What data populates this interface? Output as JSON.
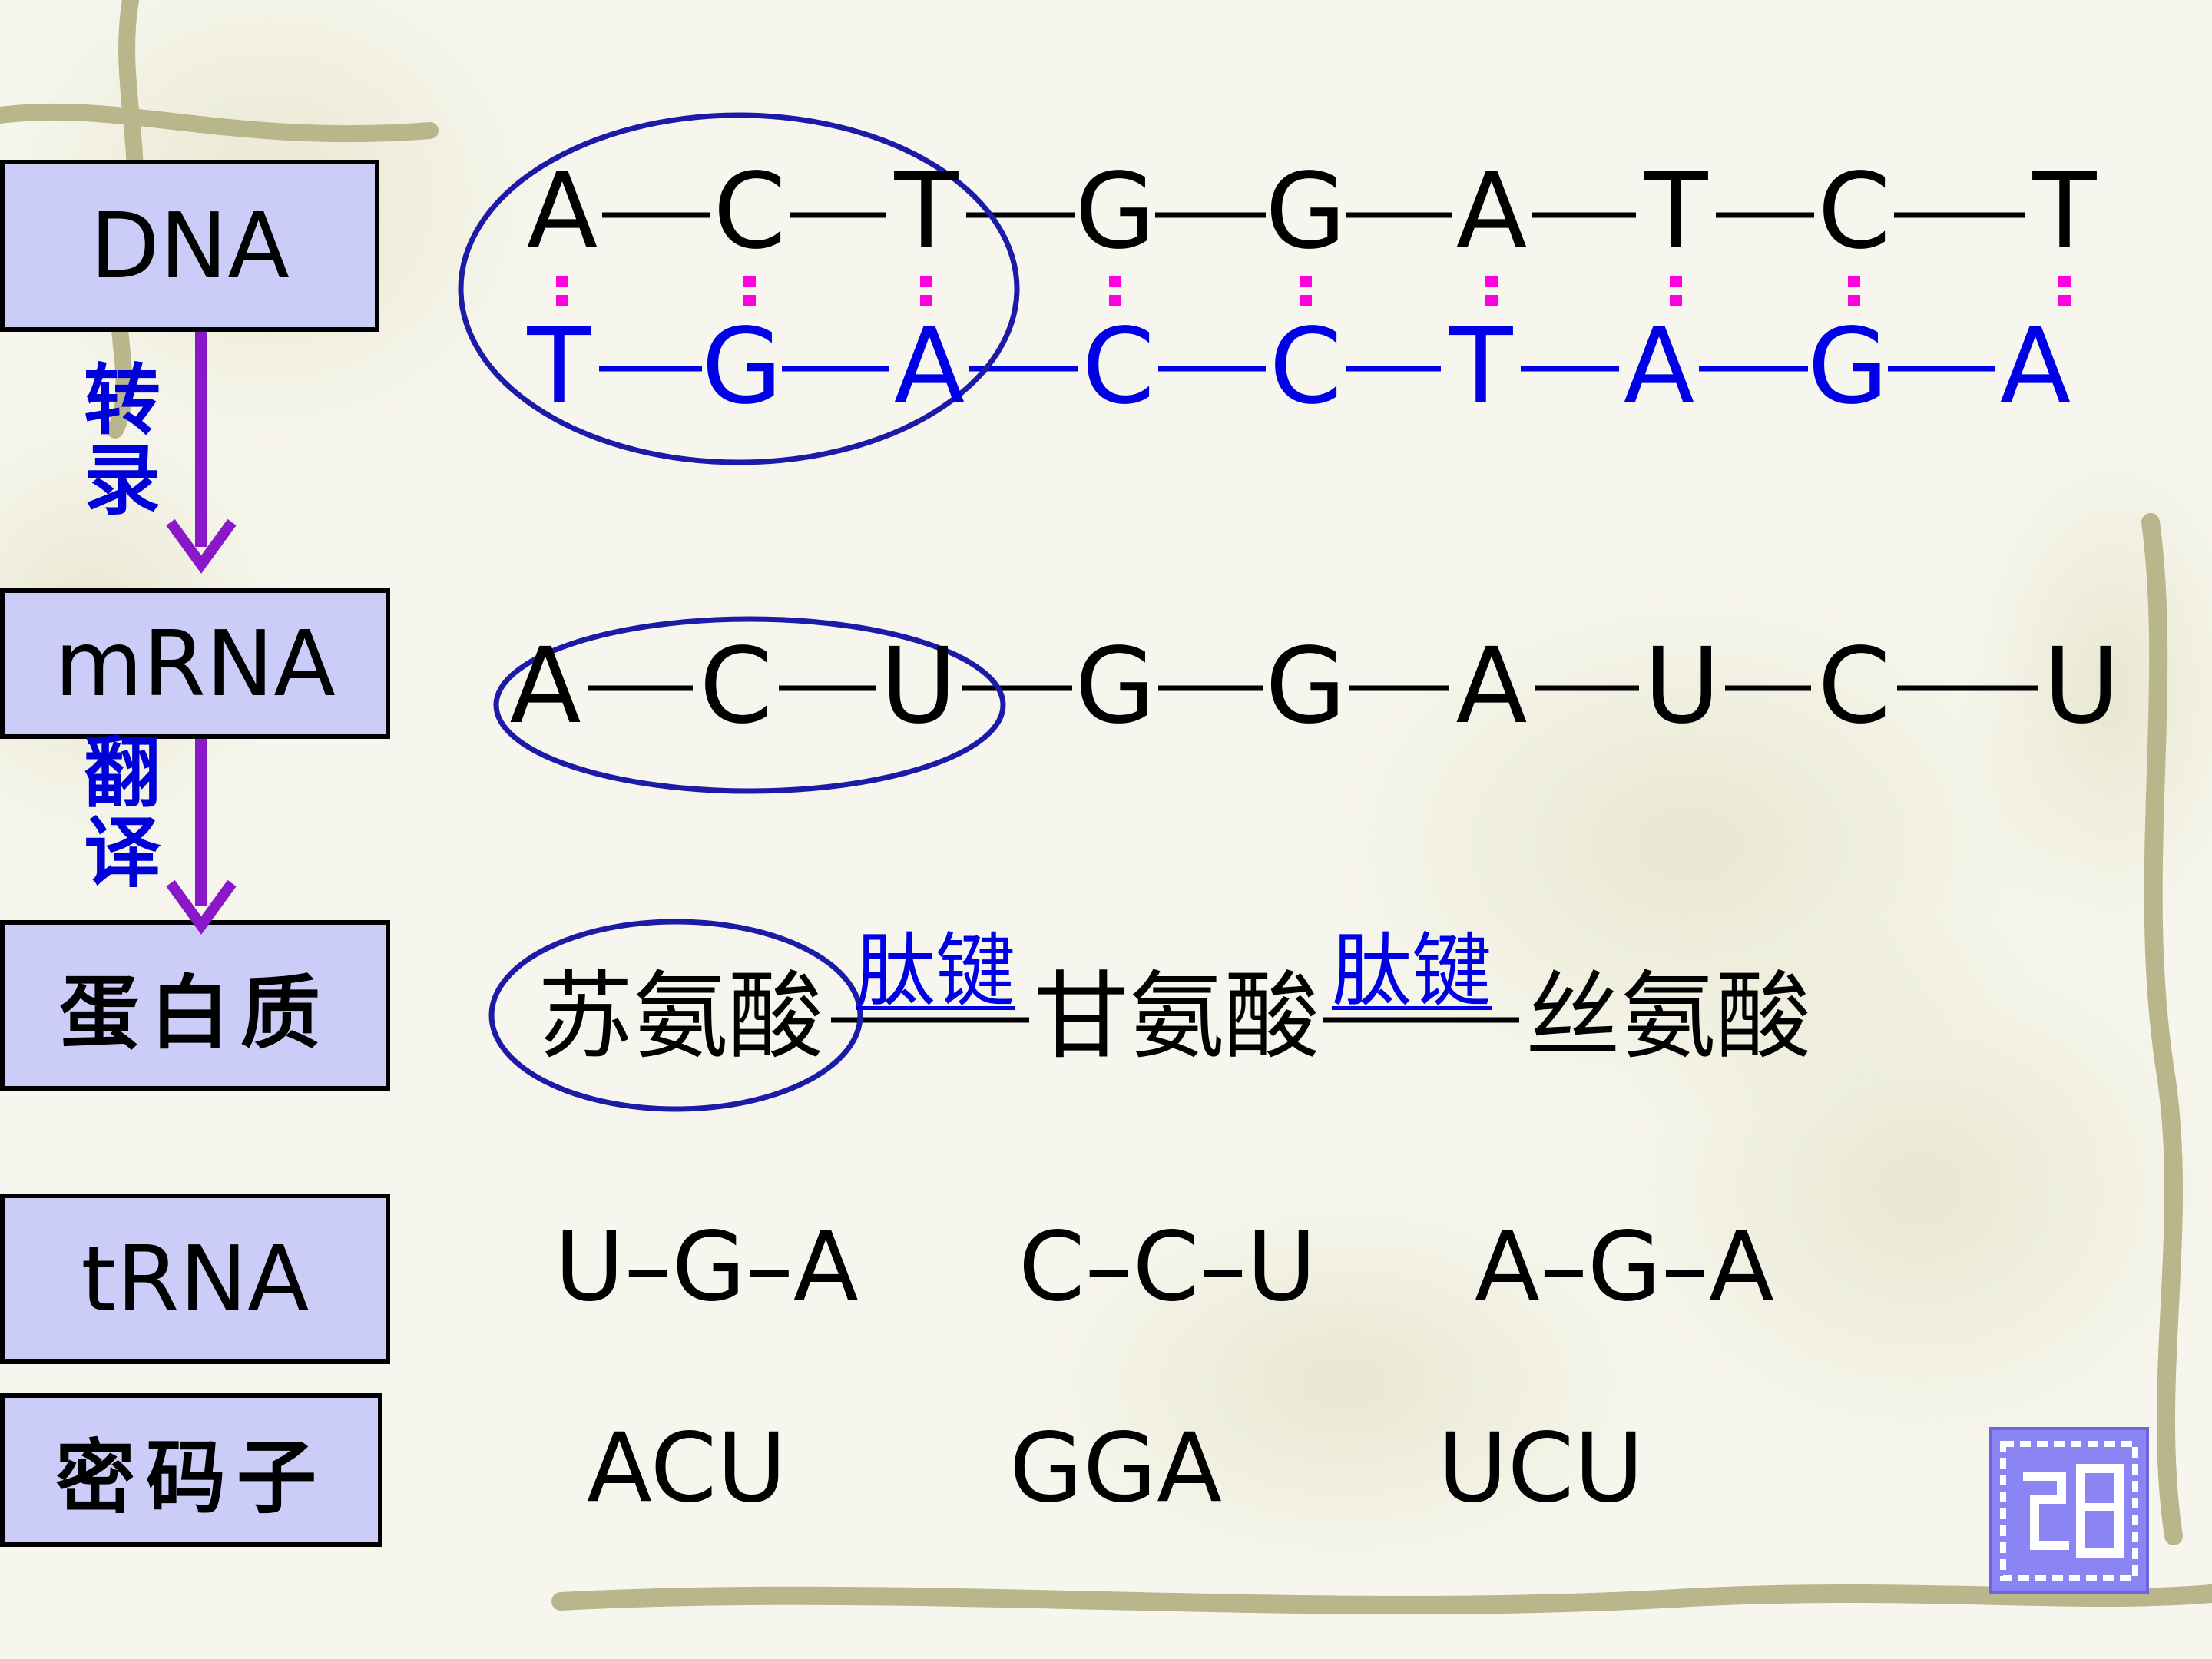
{
  "labels": {
    "dna": "DNA",
    "mrna": "mRNA",
    "protein": "蛋白质",
    "trna": "tRNA",
    "codon": "密码子"
  },
  "process": {
    "transcription": "转录",
    "translation": "翻译"
  },
  "sequences": {
    "dna_top": [
      "A",
      "C",
      "T",
      "G",
      "G",
      "A",
      "T",
      "C",
      "T"
    ],
    "dna_bottom": [
      "T",
      "G",
      "A",
      "C",
      "C",
      "T",
      "A",
      "G",
      "A"
    ],
    "mrna": [
      "A",
      "C",
      "U",
      "G",
      "G",
      "A",
      "U",
      "C",
      "U"
    ]
  },
  "protein": {
    "amino_acids": [
      "苏氨酸",
      "甘氨酸",
      "丝氨酸"
    ],
    "bond_label": "肽键"
  },
  "trna_anticodons": [
    "U–G–A",
    "C–C–U",
    "A–G–A"
  ],
  "codons": [
    "ACU",
    "GGA",
    "UCU"
  ],
  "colors": {
    "label_fill": "#ccccf8",
    "arrow": "#8a18c8",
    "complement_strand": "#0000e6",
    "circle": "#1b1ba8",
    "pair_dots": "#ff00e0",
    "return_button": "#8a84f5"
  },
  "icons": {
    "return_button": "return-button-icon"
  }
}
